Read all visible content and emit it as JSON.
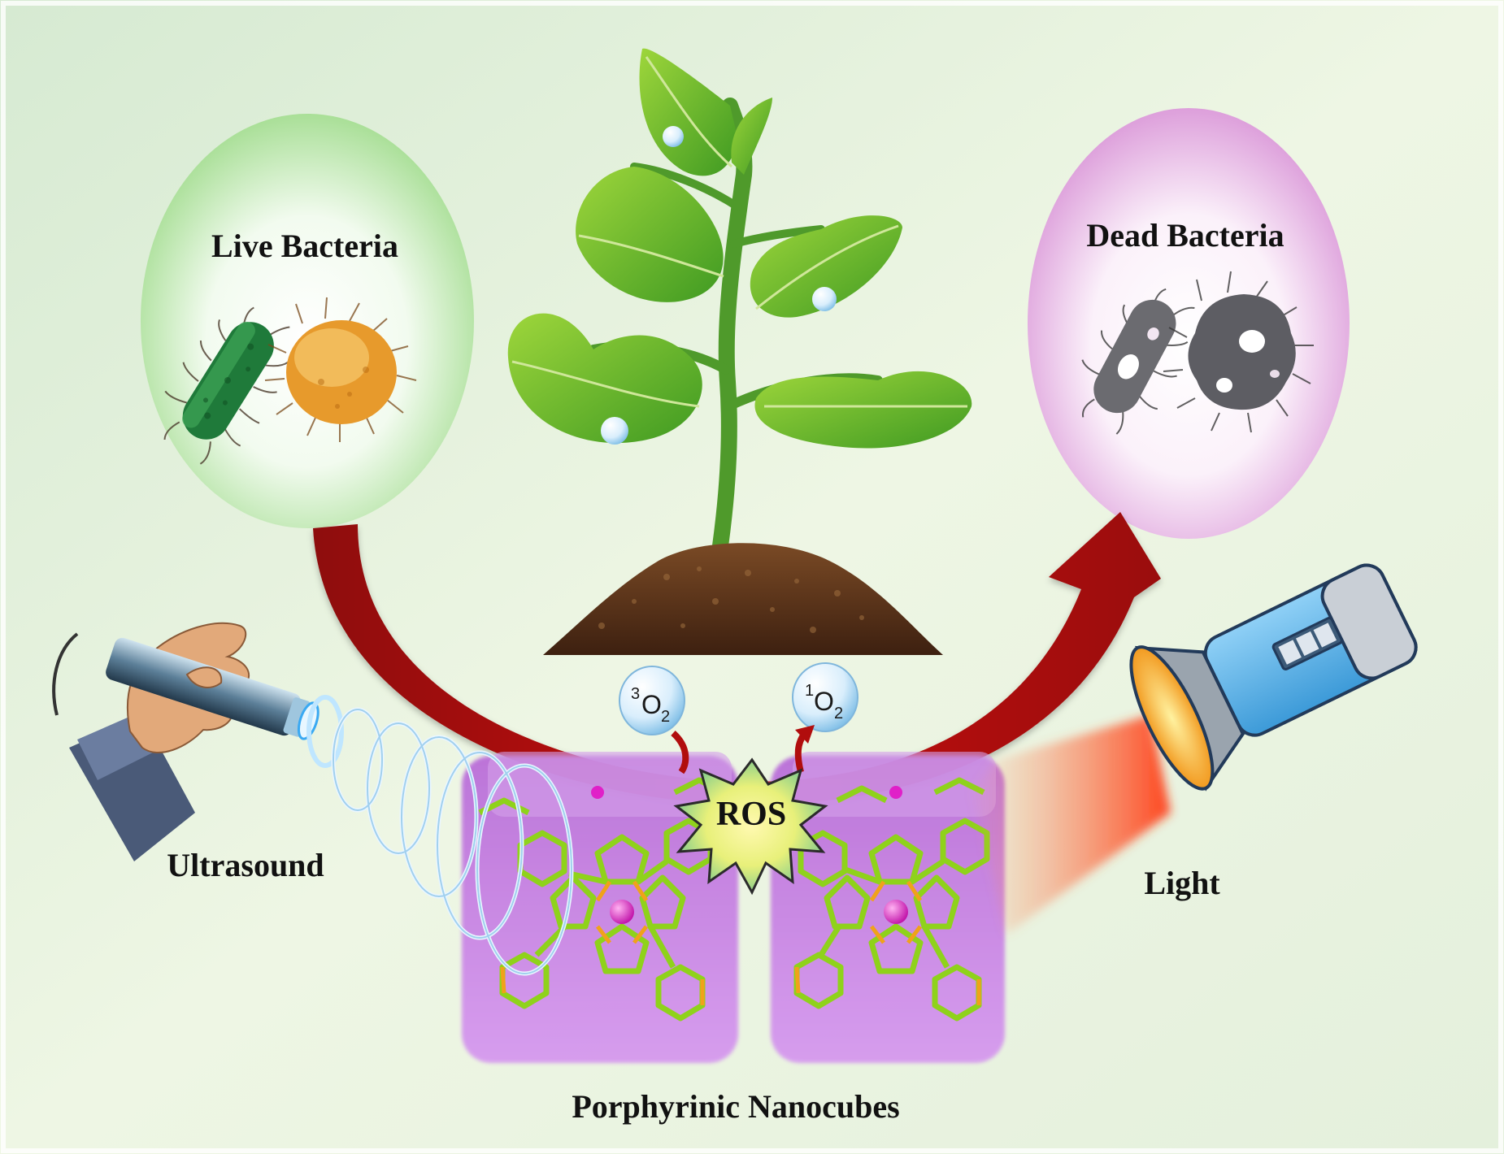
{
  "labels": {
    "live_bacteria": "Live Bacteria",
    "dead_bacteria": "Dead Bacteria",
    "ultrasound": "Ultrasound",
    "light": "Light",
    "ros": "ROS",
    "nanocubes": "Porphyrinic Nanocubes"
  },
  "molecules": {
    "triplet": {
      "sup": "3",
      "base": "O",
      "sub": "2"
    },
    "singlet": {
      "sup": "1",
      "base": "O",
      "sub": "2"
    }
  },
  "colors": {
    "arrow": "#b10d0d",
    "live_bubble": "#cdeec3",
    "dead_bubble": "#ecc3ea",
    "nanocube": "#c678e6",
    "porphyrin_bond": "#8fd21b",
    "metal_center": "#e020c8",
    "flashlight_body": "#5fb6ea",
    "light_beam": "#ff4b22"
  },
  "icons": [
    "hand-probe-icon",
    "ultrasound-wave-icon",
    "plant-icon",
    "soil-mound-icon",
    "rod-bacterium-icon",
    "cocci-bacterium-icon",
    "flashlight-icon",
    "light-beam-icon",
    "ros-starburst-icon",
    "porphyrin-structure-icon"
  ]
}
